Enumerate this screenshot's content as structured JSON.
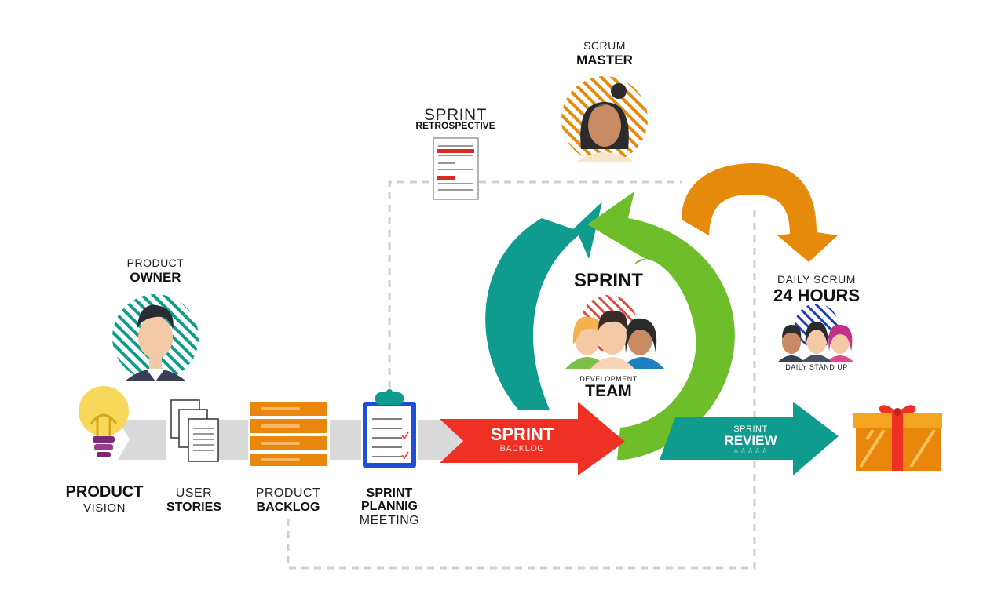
{
  "labels": {
    "scrum_master_top": "SCRUM",
    "scrum_master_bottom": "MASTER",
    "retro_top": "SPRINT",
    "retro_bottom": "RETROSPECTIVE",
    "product_owner_top": "PRODUCT",
    "product_owner_bottom": "OWNER",
    "sprint_center": "SPRINT",
    "dev_team_top": "DEVELOPMENT",
    "dev_team_bottom": "TEAM",
    "daily_scrum_top": "DAILY SCRUM",
    "daily_scrum_bottom": "24 HOURS",
    "daily_standup": "DAILY STAND UP",
    "sprint_backlog_top": "SPRINT",
    "sprint_backlog_bottom": "BACKLOG",
    "sprint_review_top": "SPRINT",
    "sprint_review_bottom": "REVIEW",
    "sprint_review_stars": "☆☆☆☆☆",
    "product_vision_top": "PRODUCT",
    "product_vision_bottom": "VISION",
    "user_stories_top": "USER",
    "user_stories_bottom": "STORIES",
    "product_backlog_top": "PRODUCT",
    "product_backlog_bottom": "BACKLOG",
    "planning_line1": "SPRINT",
    "planning_line2": "PLANNIG",
    "planning_line3": "MEETING"
  },
  "colors": {
    "teal": "#0f9b8e",
    "green": "#6ebd2a",
    "orange": "#e58a0a",
    "red": "#ee3124",
    "gray_band": "#d9d9d9",
    "dash": "#cfcfcf",
    "backlog_orange": "#e8870b",
    "clipboard_blue": "#1d4fd8"
  },
  "icons": [
    "lightbulb-icon",
    "documents-icon",
    "server-stack-icon",
    "clipboard-icon",
    "report-icon",
    "gift-icon",
    "scrum-master-avatar",
    "product-owner-avatar",
    "dev-team-avatar",
    "standup-avatar"
  ]
}
